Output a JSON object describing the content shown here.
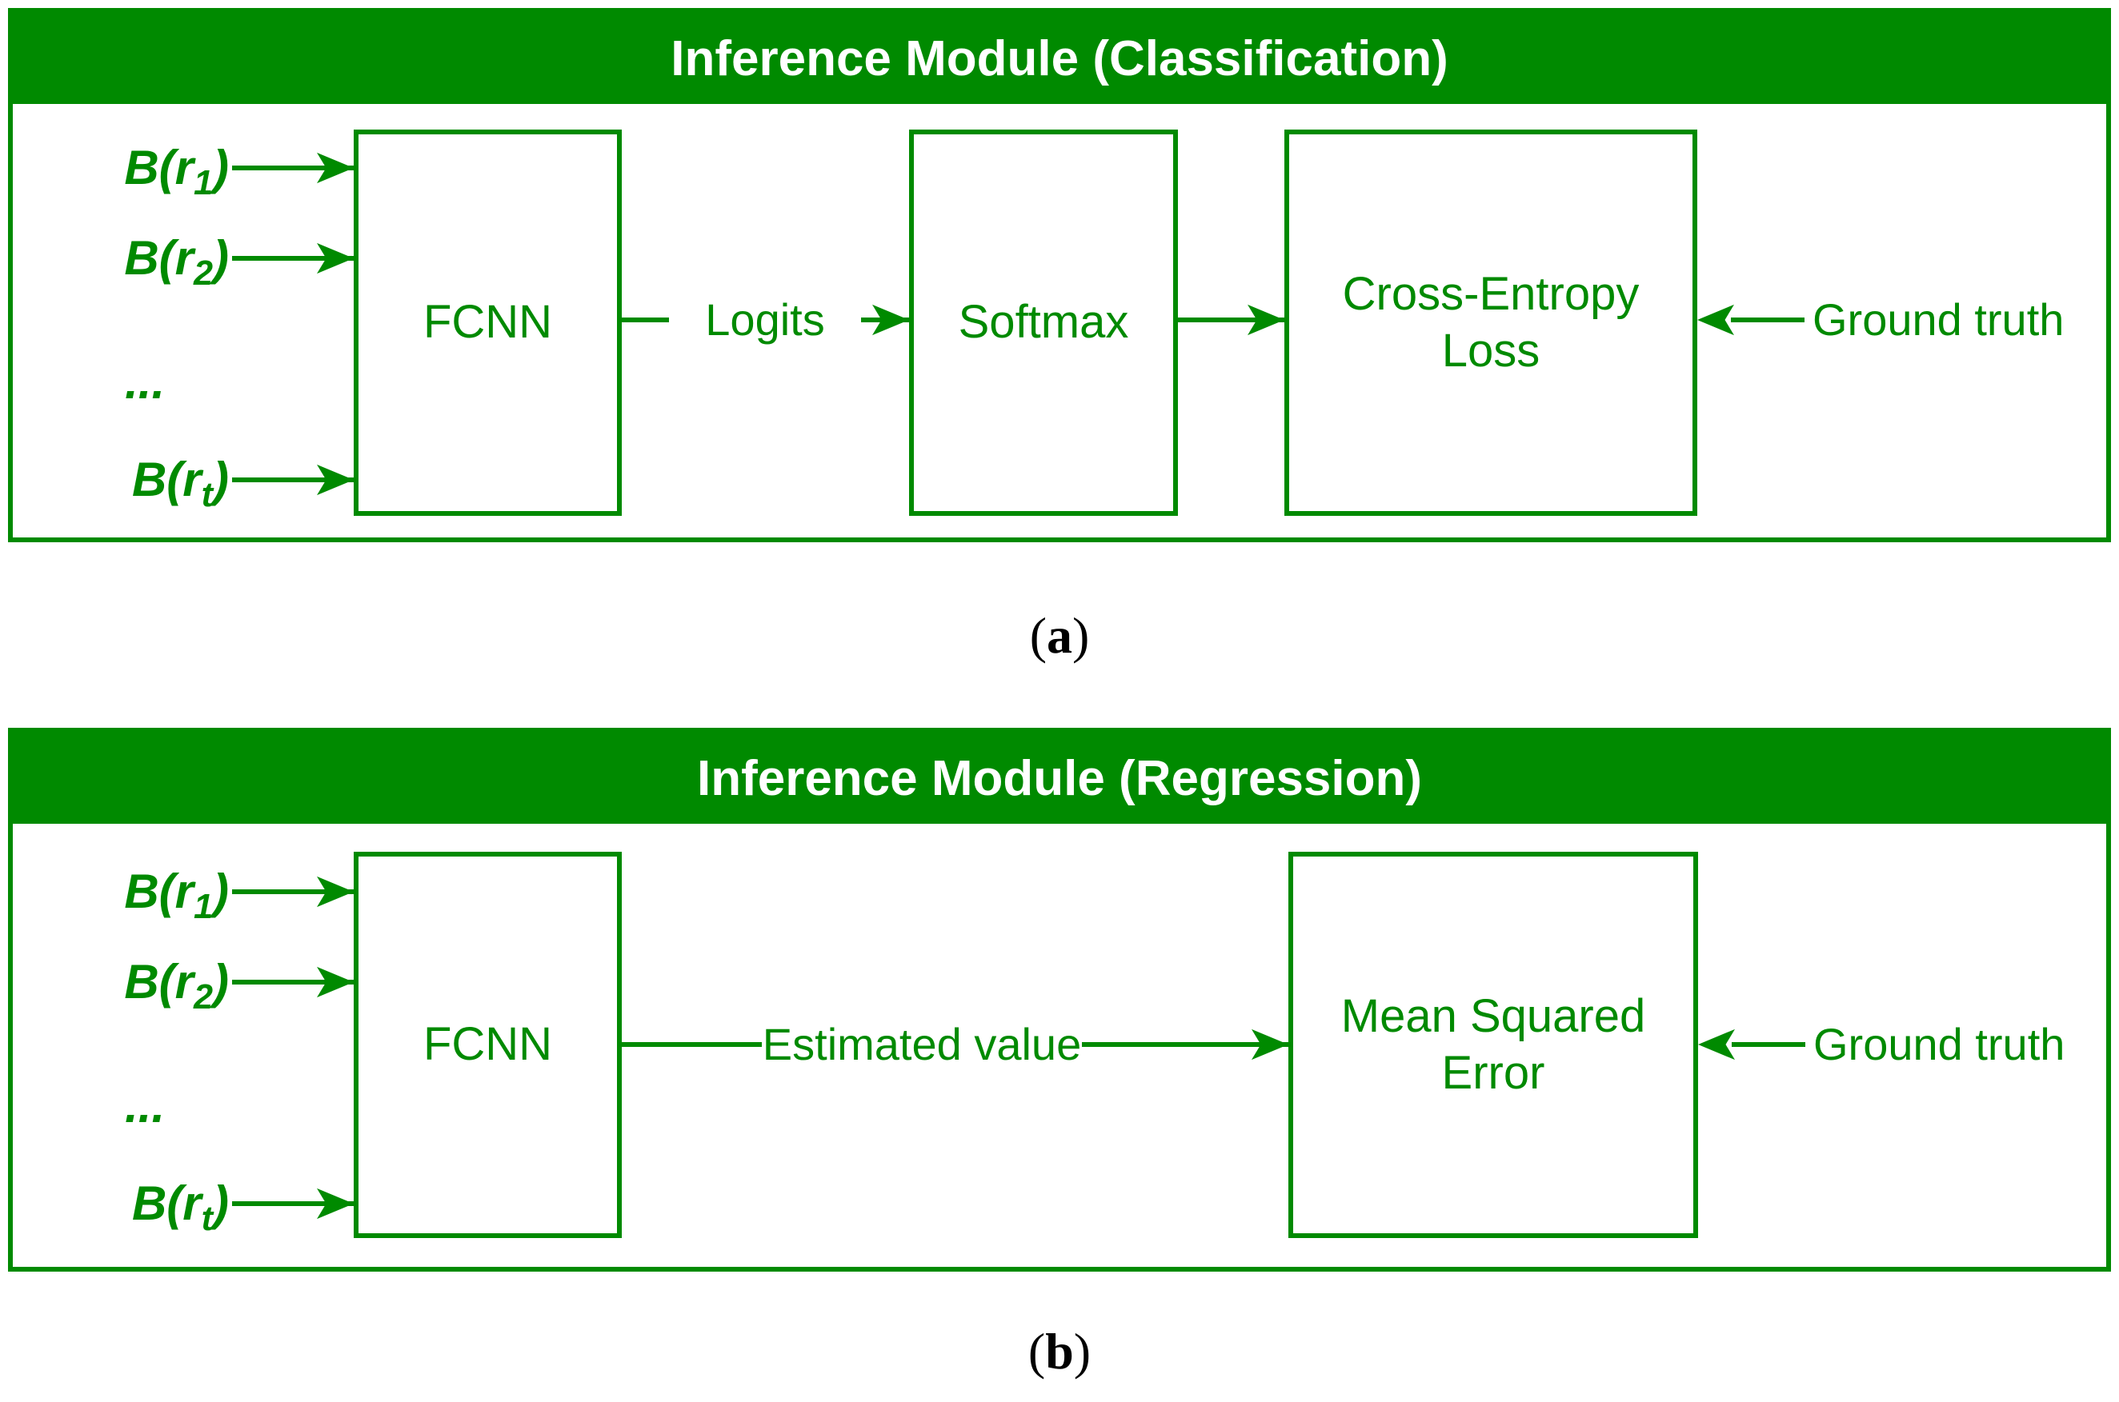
{
  "colors": {
    "diagram_green": "#008A00",
    "header_text": "#FFFFFF",
    "caption_black": "#000000",
    "background": "#FFFFFF"
  },
  "diagram_a": {
    "title": "Inference Module (Classification)",
    "inputs": {
      "br1": {
        "pre": "B(r",
        "sub": "1",
        "post": ")"
      },
      "br2": {
        "pre": "B(r",
        "sub": "2",
        "post": ")"
      },
      "ellipsis": "...",
      "brt": {
        "pre": "B(r",
        "sub": "t",
        "post": ")"
      }
    },
    "boxes": {
      "fcnn": "FCNN",
      "softmax": "Softmax",
      "loss_line1": "Cross-Entropy",
      "loss_line2": "Loss"
    },
    "flow_labels": {
      "logits": "Logits",
      "ground_truth": "Ground truth"
    },
    "caption": {
      "open": "(",
      "letter": "a",
      "close": ")"
    }
  },
  "diagram_b": {
    "title": "Inference Module (Regression)",
    "inputs": {
      "br1": {
        "pre": "B(r",
        "sub": "1",
        "post": ")"
      },
      "br2": {
        "pre": "B(r",
        "sub": "2",
        "post": ")"
      },
      "ellipsis": "...",
      "brt": {
        "pre": "B(r",
        "sub": "t",
        "post": ")"
      }
    },
    "boxes": {
      "fcnn": "FCNN",
      "loss_line1": "Mean Squared",
      "loss_line2": "Error"
    },
    "flow_labels": {
      "estimated_value": "Estimated value",
      "ground_truth": "Ground truth"
    },
    "caption": {
      "open": "(",
      "letter": "b",
      "close": ")"
    }
  }
}
